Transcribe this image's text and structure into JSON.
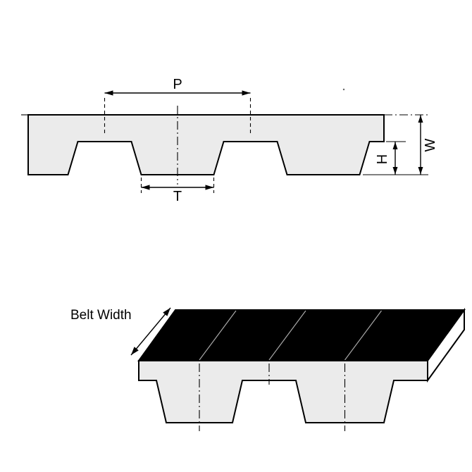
{
  "colors": {
    "background": "#ffffff",
    "outline": "#000000",
    "belt_fill": "#ebebeb",
    "top_face_fill": "#000000",
    "side_face_fill": "#ffffff",
    "top_face_centerline": "#a8a8a8"
  },
  "cross_section_view": {
    "pitch_label": "P",
    "tooth_width_label": "T",
    "tooth_height_label": "H",
    "belt_thickness_label": "W"
  },
  "isometric_view": {
    "belt_width_label": "Belt Width"
  }
}
